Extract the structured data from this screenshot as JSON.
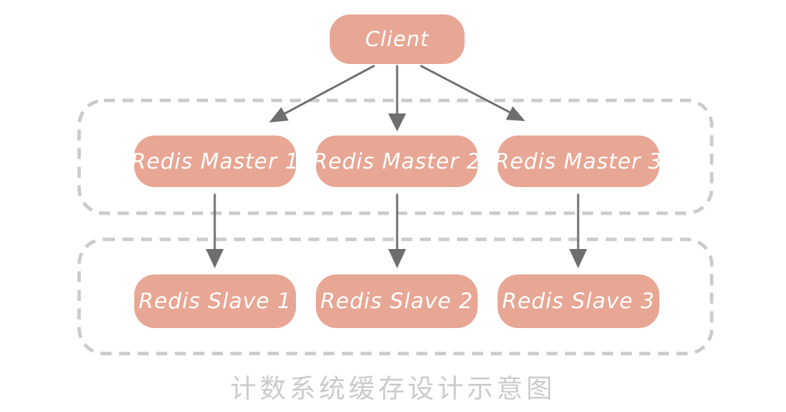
{
  "caption": "计数系统缓存设计示意图",
  "nodes": {
    "client": {
      "label": "Client"
    },
    "masters": [
      {
        "label": "Redis Master 1"
      },
      {
        "label": "Redis Master 2"
      },
      {
        "label": "Redis Master 3"
      }
    ],
    "slaves": [
      {
        "label": "Redis Slave 1"
      },
      {
        "label": "Redis Slave 2"
      },
      {
        "label": "Redis Slave 3"
      }
    ]
  },
  "edges": [
    {
      "from": "client",
      "to": "redis-master-1"
    },
    {
      "from": "client",
      "to": "redis-master-2"
    },
    {
      "from": "client",
      "to": "redis-master-3"
    },
    {
      "from": "redis-master-1",
      "to": "redis-slave-1"
    },
    {
      "from": "redis-master-2",
      "to": "redis-slave-2"
    },
    {
      "from": "redis-master-3",
      "to": "redis-slave-3"
    }
  ],
  "colors": {
    "node_fill": "#e8a694",
    "node_text": "#ffffff",
    "arrow": "#6e6e6e",
    "group_border": "#cbcbcb",
    "caption_text": "#cbcbcb",
    "background": "#ffffff"
  }
}
